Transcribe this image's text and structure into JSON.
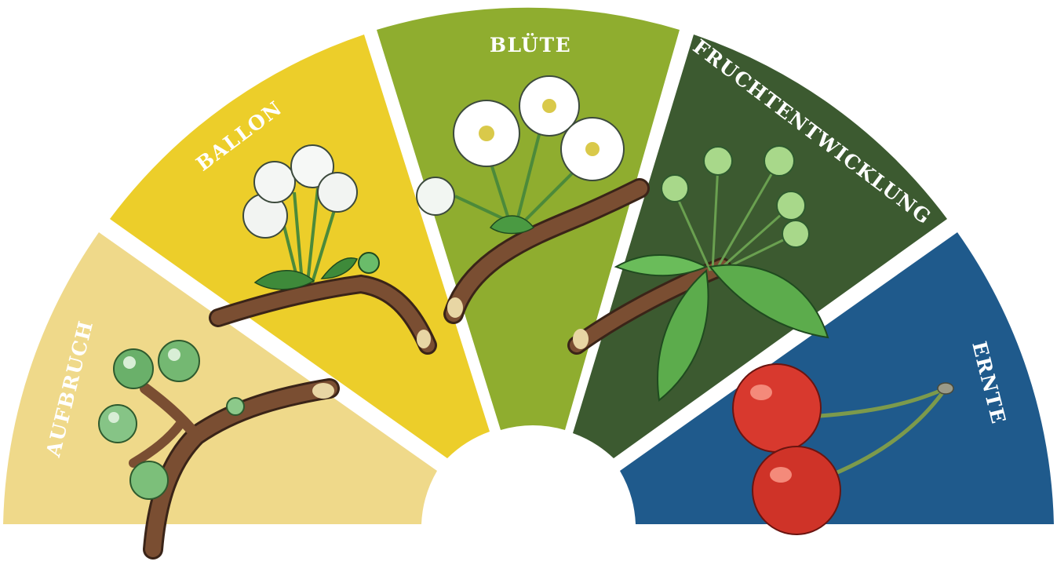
{
  "segments": [
    {
      "key": "aufbruch",
      "label": "AUFBRUCH",
      "color": "#efd98a",
      "illustration": "swelling-green-buds-on-branch"
    },
    {
      "key": "ballon",
      "label": "BALLON",
      "color": "#ecce2a",
      "illustration": "white-balloon-flower-buds"
    },
    {
      "key": "bluete",
      "label": "BLÜTE",
      "color": "#8fad2f",
      "illustration": "open-white-cherry-blossoms"
    },
    {
      "key": "fruchtentwicklung",
      "label": "FRUCHTENTWICKLUNG",
      "color": "#3c5a30",
      "illustration": "young-green-fruits-with-leaves"
    },
    {
      "key": "ernte",
      "label": "ERNTE",
      "color": "#1f5a8c",
      "illustration": "ripe-red-cherries"
    }
  ]
}
